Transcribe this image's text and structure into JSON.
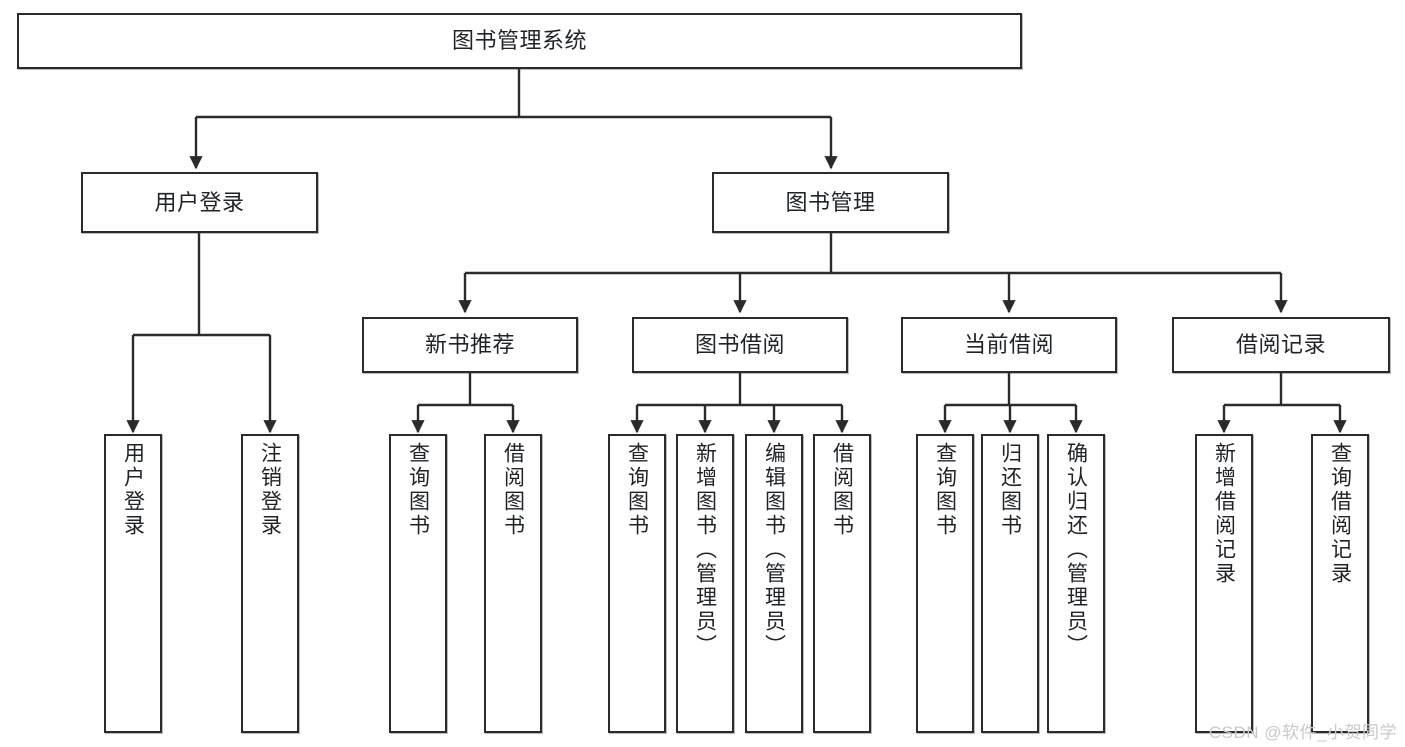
{
  "diagram": {
    "title": "图书管理系统",
    "type": "tree-hierarchy-chart",
    "watermark": "CSDN @软件_小贺同学",
    "colors": {
      "node_border": "#2b2b2b",
      "node_fill": "#ffffff",
      "edge": "#2b2b2b",
      "text": "#1f2328",
      "background": "#ffffff",
      "watermark": "#c9c9c9"
    },
    "root": {
      "label": "图书管理系统"
    },
    "level1": [
      {
        "label": "用户登录"
      },
      {
        "label": "图书管理"
      }
    ],
    "level2": [
      {
        "label": "新书推荐"
      },
      {
        "label": "图书借阅"
      },
      {
        "label": "当前借阅"
      },
      {
        "label": "借阅记录"
      }
    ],
    "leaves": {
      "user_login": [
        {
          "label": "用户登录"
        },
        {
          "label": "注销登录"
        }
      ],
      "new_book_recommend": [
        {
          "label": "查询图书"
        },
        {
          "label": "借阅图书"
        }
      ],
      "book_borrow": [
        {
          "label": "查询图书"
        },
        {
          "label": "新增图书（管理员）"
        },
        {
          "label": "编辑图书（管理员）"
        },
        {
          "label": "借阅图书"
        }
      ],
      "current_borrow": [
        {
          "label": "查询图书"
        },
        {
          "label": "归还图书"
        },
        {
          "label": "确认归还（管理员）"
        }
      ],
      "borrow_record": [
        {
          "label": "新增借阅记录"
        },
        {
          "label": "查询借阅记录"
        }
      ]
    }
  }
}
